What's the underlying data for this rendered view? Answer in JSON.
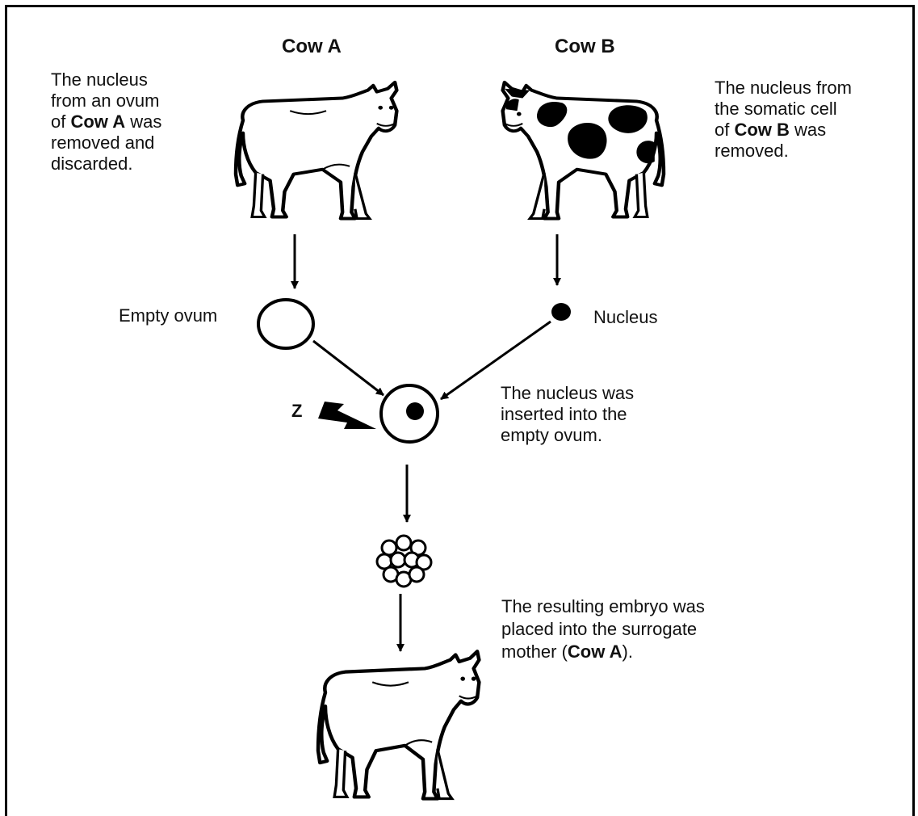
{
  "titles": {
    "cow_a": "Cow A",
    "cow_b": "Cow B"
  },
  "cow_a_text": {
    "l1": "The nucleus",
    "l2": "from an ovum",
    "l3_pre": "of ",
    "l3_bold": "Cow A",
    "l3_post": " was",
    "l4": "removed and",
    "l5": "discarded."
  },
  "cow_b_text": {
    "l1": "The nucleus from",
    "l2": "the somatic cell",
    "l3_pre": "of ",
    "l3_bold": "Cow B",
    "l3_post": " was",
    "l4": "removed."
  },
  "labels": {
    "empty_ovum": "Empty ovum",
    "nucleus": "Nucleus",
    "z": "Z"
  },
  "insert_text": {
    "l1": "The nucleus was",
    "l2": "inserted into the",
    "l3": "empty ovum."
  },
  "embryo_text": {
    "l1": "The resulting embryo was",
    "l2": "placed into the surrogate",
    "l3_pre": "mother (",
    "l3_bold": "Cow A",
    "l3_post": ")."
  }
}
